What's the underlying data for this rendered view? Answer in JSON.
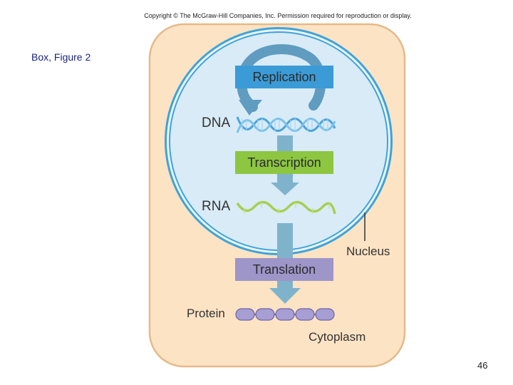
{
  "header": {
    "copyright": "Copyright © The McGraw-Hill Companies, Inc. Permission required for reproduction or display."
  },
  "caption": "Box, Figure 2",
  "page_number": "46",
  "diagram": {
    "steps": {
      "replication": "Replication",
      "transcription": "Transcription",
      "translation": "Translation"
    },
    "molecules": {
      "dna": "DNA",
      "rna": "RNA",
      "protein": "Protein"
    },
    "compartments": {
      "nucleus": "Nucleus",
      "cytoplasm": "Cytoplasm"
    },
    "colors": {
      "cytoplasm": "#fce3c4",
      "cell_border": "#e5b98a",
      "nucleus": "#d8ebf7",
      "nuclear_envelope": "#3ea3d8",
      "replication_box": "#3b9bd6",
      "transcription_box": "#8dc641",
      "translation_box": "#9e95c9",
      "arrow": "#7fb3cc",
      "dna_strand": "#4aa3da",
      "rna_strand": "#a6cf4f",
      "protein_bead": "#a79fd4"
    }
  }
}
